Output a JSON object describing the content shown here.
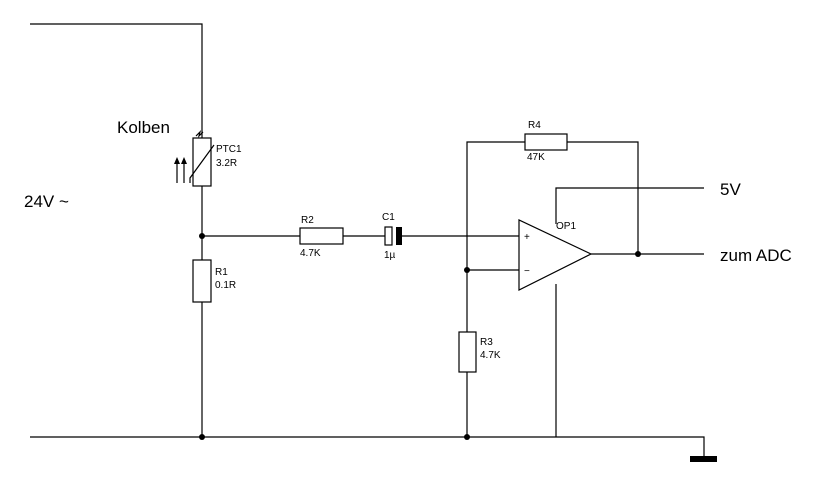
{
  "labels": {
    "supply": "24V ~",
    "kolben": "Kolben",
    "v5": "5V",
    "adc": "zum ADC"
  },
  "components": {
    "ptc1": {
      "name": "PTC1",
      "value": "3.2R"
    },
    "r1": {
      "name": "R1",
      "value": "0.1R"
    },
    "r2": {
      "name": "R2",
      "value": "4.7K"
    },
    "c1": {
      "name": "C1",
      "value": "1µ"
    },
    "r3": {
      "name": "R3",
      "value": "4.7K"
    },
    "r4": {
      "name": "R4",
      "value": "47K"
    },
    "op1": {
      "name": "OP1",
      "plus": "+",
      "minus": "−"
    }
  }
}
